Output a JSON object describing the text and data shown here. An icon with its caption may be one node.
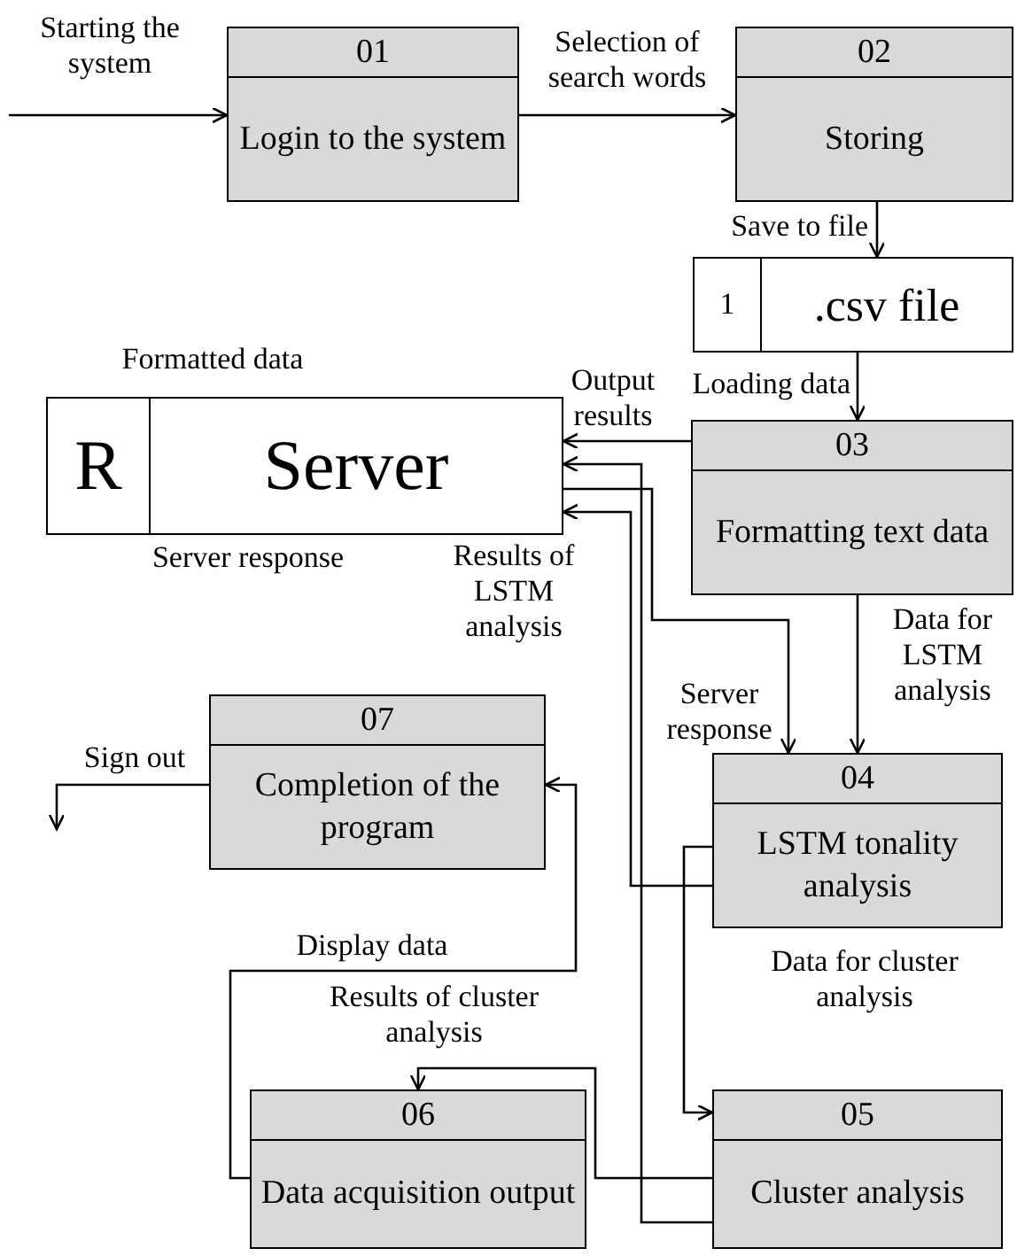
{
  "diagram": {
    "nodes": [
      {
        "text": [
          "01",
          "Login to the system"
        ]
      },
      {
        "text": [
          "02",
          "Storing"
        ]
      },
      {
        "text": [
          "1",
          ".csv file"
        ]
      },
      {
        "text": [
          "R",
          "Server"
        ],
        "beside": [
          "Formatted data",
          "Server response"
        ]
      },
      {
        "text": [
          "03",
          "Formatting text data"
        ]
      },
      {
        "text": [
          "07",
          "Completion of the program"
        ]
      },
      {
        "text": [
          "04",
          "LSTM tonality analysis"
        ]
      },
      {
        "text": [
          "06",
          "Data acquisition output"
        ]
      },
      {
        "text": [
          "05",
          "Cluster analysis"
        ]
      }
    ],
    "edges": [
      {
        "from": null,
        "to": 0,
        "arrow": "to",
        "label": "Starting the system"
      },
      {
        "from": 0,
        "to": 1,
        "arrow": "to",
        "label": "Selection of search words"
      },
      {
        "from": 1,
        "to": 2,
        "arrow": "to",
        "label": "Save to file"
      },
      {
        "from": 2,
        "to": 4,
        "arrow": "to",
        "label": "Loading data"
      },
      {
        "from": 4,
        "to": 3,
        "arrow": "to",
        "label": "Output results"
      },
      {
        "from": 8,
        "to": 3,
        "arrow": "to"
      },
      {
        "from": 6,
        "to": 3,
        "arrow": "to",
        "label": "Results of LSTM analysis"
      },
      {
        "from": 3,
        "to": 6,
        "arrow": "to",
        "label": "Server response"
      },
      {
        "from": 4,
        "to": 6,
        "arrow": "to",
        "label": "Data for LSTM analysis"
      },
      {
        "from": 6,
        "to": 8,
        "arrow": "to",
        "label": "Data for cluster analysis"
      },
      {
        "from": 8,
        "to": 7,
        "arrow": "to",
        "label": "Results of cluster analysis"
      },
      {
        "from": 7,
        "to": 5,
        "arrow": "to",
        "label": "Display data"
      },
      {
        "from": 5,
        "to": null,
        "arrow": "to",
        "label": "Sign out"
      }
    ]
  }
}
